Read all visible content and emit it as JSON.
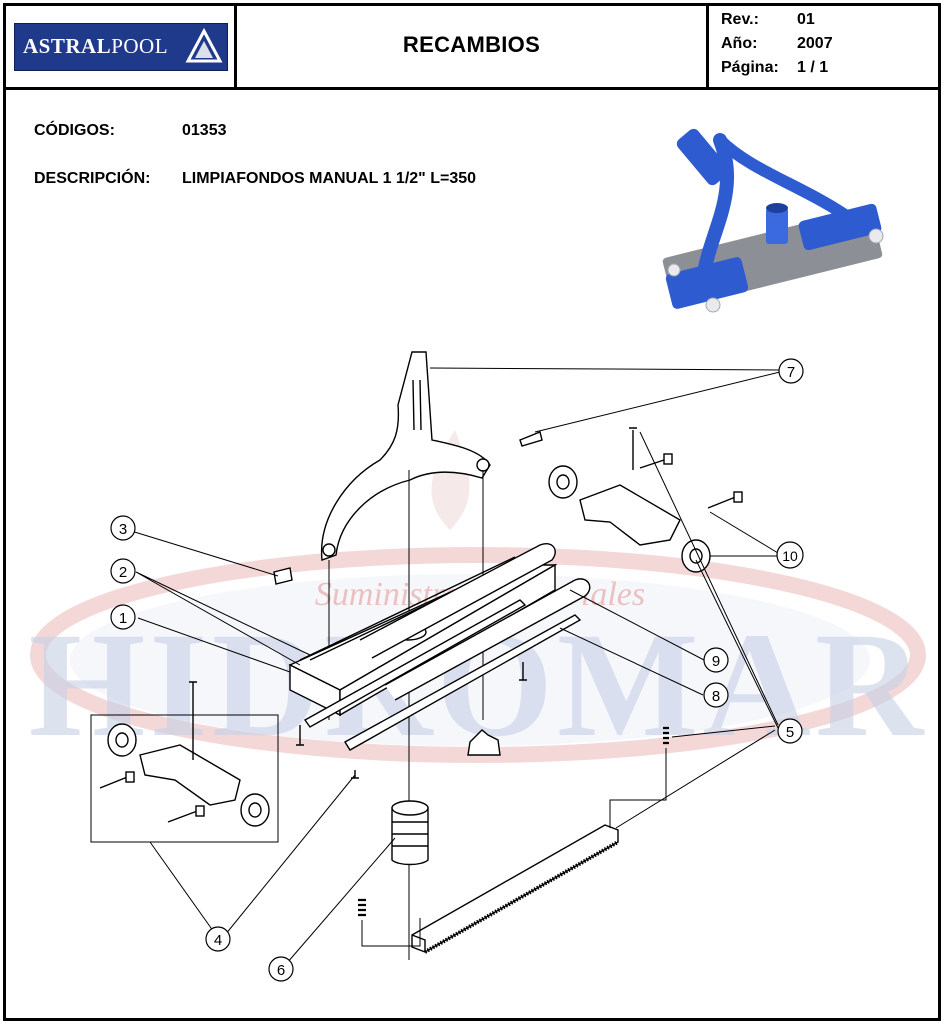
{
  "header": {
    "brand": {
      "part1": "ASTRAL",
      "part2": "POOL"
    },
    "title": "RECAMBIOS",
    "meta": [
      {
        "label": "Rev.:",
        "value": "01"
      },
      {
        "label": "Año:",
        "value": "2007"
      },
      {
        "label": "Página:",
        "value": "1 / 1"
      }
    ]
  },
  "info": {
    "codes_label": "CÓDIGOS:",
    "codes_value": "01353",
    "description_label": "DESCRIPCIÓN:",
    "description_value": "LIMPIAFONDOS MANUAL 1 1/2\" L=350"
  },
  "watermark": {
    "main": "HIDROMAR",
    "sub": "Suministros Industriales"
  },
  "callouts": [
    "1",
    "2",
    "3",
    "4",
    "5",
    "6",
    "7",
    "8",
    "9",
    "10"
  ],
  "colors": {
    "brand_blue": "#1f3a8a",
    "product_blue": "#2f5bd0",
    "watermark_red": "#e9b7b7",
    "watermark_blue": "#c7d0e6"
  }
}
